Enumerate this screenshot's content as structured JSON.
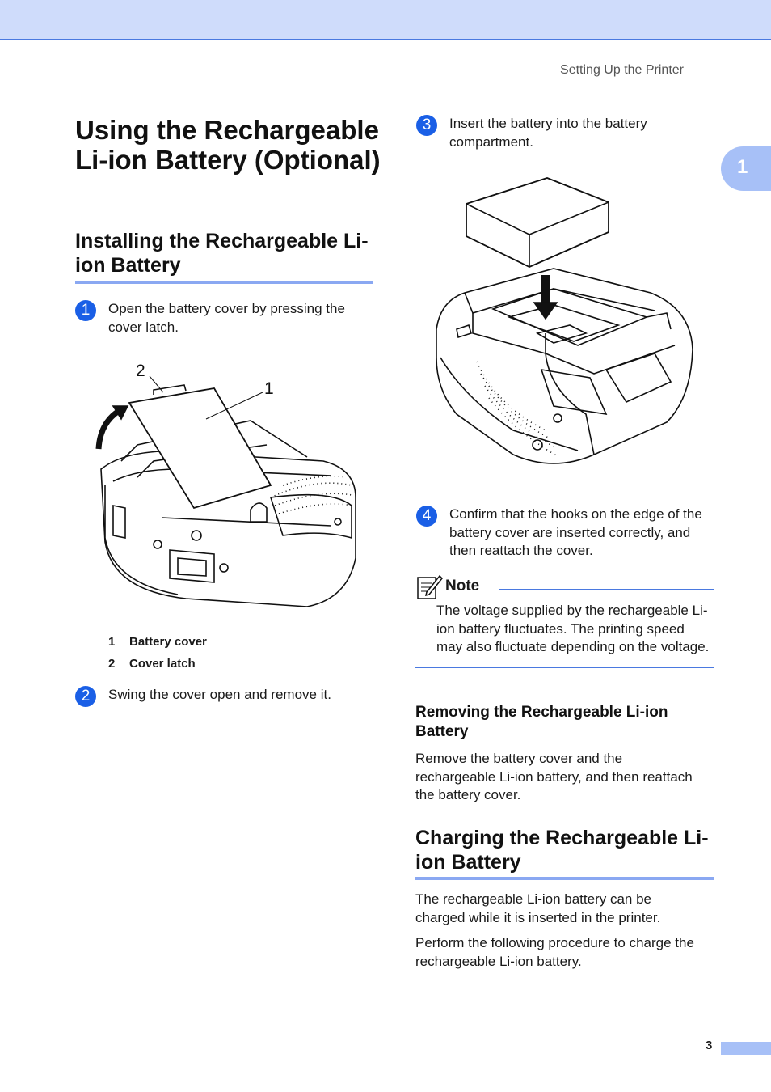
{
  "header": {
    "running_title": "Setting Up the Printer",
    "chapter_number": "1"
  },
  "main_title": "Using the Rechargeable Li-ion Battery (Optional)",
  "installing": {
    "heading": "Installing the Rechargeable Li-ion Battery",
    "steps": [
      {
        "number": "1",
        "text": "Open the battery cover by pressing the cover latch."
      },
      {
        "number": "2",
        "text": "Swing the cover open and remove it."
      },
      {
        "number": "3",
        "text": "Insert the battery into the battery compartment."
      },
      {
        "number": "4",
        "text": "Confirm that the hooks on the edge of the battery cover are inserted correctly, and then reattach the cover."
      }
    ],
    "figure_callouts": {
      "callout_1": "1",
      "callout_2": "2"
    },
    "captions": [
      {
        "number": "1",
        "label": "Battery cover"
      },
      {
        "number": "2",
        "label": "Cover latch"
      }
    ]
  },
  "note": {
    "title": "Note",
    "text": "The voltage supplied by the rechargeable Li-ion battery fluctuates. The printing speed may also fluctuate depending on the voltage."
  },
  "removing": {
    "heading": "Removing the Rechargeable Li-ion Battery",
    "text": "Remove the battery cover and the rechargeable Li-ion battery, and then reattach the battery cover."
  },
  "charging": {
    "heading": "Charging the Rechargeable Li-ion Battery",
    "para1": "The rechargeable Li-ion battery can be charged while it is inserted in the printer.",
    "para2": "Perform the following procedure to charge the rechargeable Li-ion battery."
  },
  "footer": {
    "page_number": "3"
  },
  "colors": {
    "accent": "#1a5fe6",
    "band": "#cfdcfb",
    "rule": "#8aa8f2"
  }
}
